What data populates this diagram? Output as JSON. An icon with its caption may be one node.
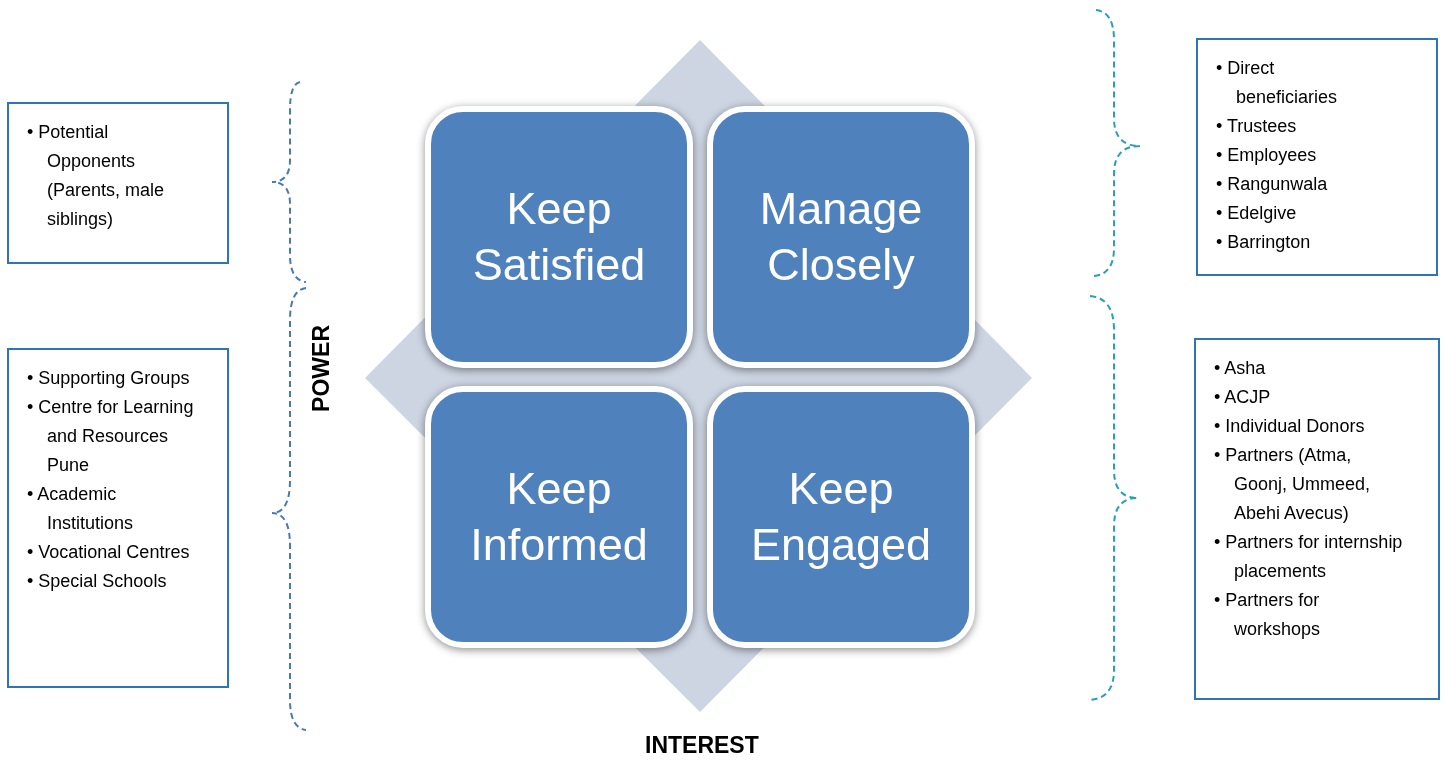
{
  "diagram": {
    "nodes": [
      {
        "text": [
          "• Potential Opponents (Parents, male siblings)"
        ]
      },
      {
        "text": [
          "• Supporting Groups",
          "• Centre for Learning and Resources Pune",
          "• Academic Institutions",
          "• Vocational Centres",
          "• Special Schools"
        ]
      },
      {
        "text": [
          "Keep Satisfied"
        ]
      },
      {
        "text": [
          "Manage Closely"
        ]
      },
      {
        "text": [
          "Keep Informed"
        ]
      },
      {
        "text": [
          "Keep Engaged"
        ]
      },
      {
        "text": [
          "• Direct beneficiaries",
          "• Trustees",
          "• Employees",
          "• Rangunwala",
          "• Edelgive",
          "• Barrington"
        ]
      },
      {
        "text": [
          "• Asha",
          "• ACJP",
          "• Individual Donors",
          "• Partners (Atma, Goonj, Ummeed, Abehi Avecus)",
          "• Partners for internship placements",
          "• Partners for workshops"
        ]
      }
    ],
    "labels": [
      "POWER",
      "INTEREST"
    ]
  }
}
